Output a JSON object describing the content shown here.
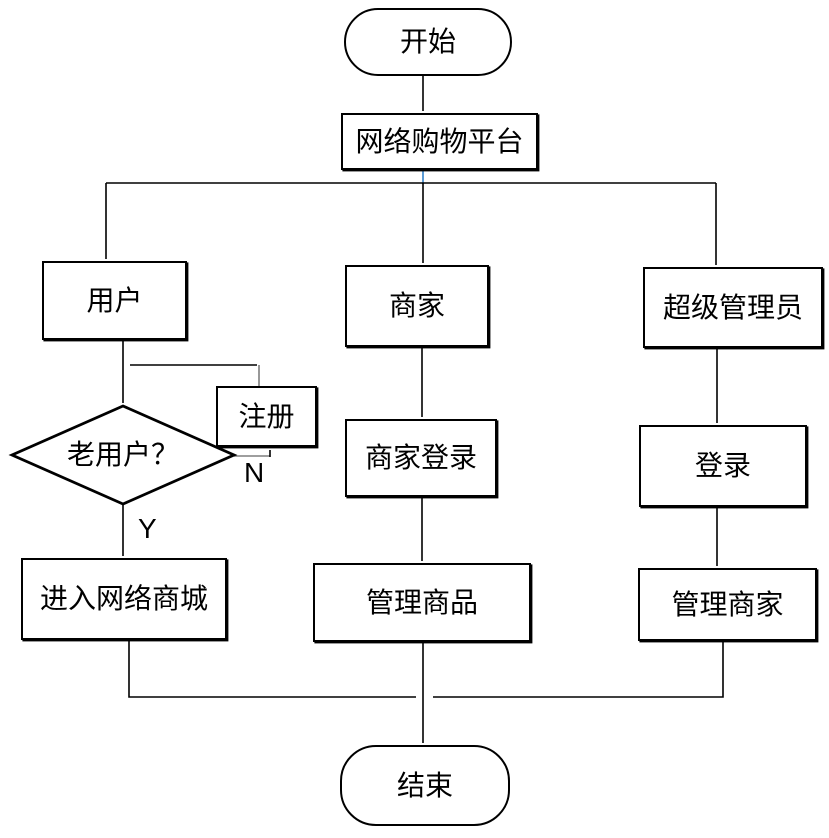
{
  "nodes": {
    "start": {
      "label": "开始",
      "type": "terminator"
    },
    "platform": {
      "label": "网络购物平台",
      "type": "process"
    },
    "user": {
      "label": "用户",
      "type": "process"
    },
    "merchant": {
      "label": "商家",
      "type": "process"
    },
    "admin": {
      "label": "超级管理员",
      "type": "process"
    },
    "register": {
      "label": "注册",
      "type": "process"
    },
    "old_user": {
      "label": "老用户？",
      "type": "decision"
    },
    "enter_mall": {
      "label": "进入网络商城",
      "type": "process"
    },
    "merchant_login": {
      "label": "商家登录",
      "type": "process"
    },
    "manage_products": {
      "label": "管理商品",
      "type": "process"
    },
    "admin_login": {
      "label": "登录",
      "type": "process"
    },
    "manage_merchants": {
      "label": "管理商家",
      "type": "process"
    },
    "end": {
      "label": "结束",
      "type": "terminator"
    }
  },
  "edge_labels": {
    "yes": "Y",
    "no": "N"
  },
  "colors": {
    "line": "#000000",
    "secondary_line": "#7f7f7f",
    "accent_blue": "#5b9bd5"
  }
}
